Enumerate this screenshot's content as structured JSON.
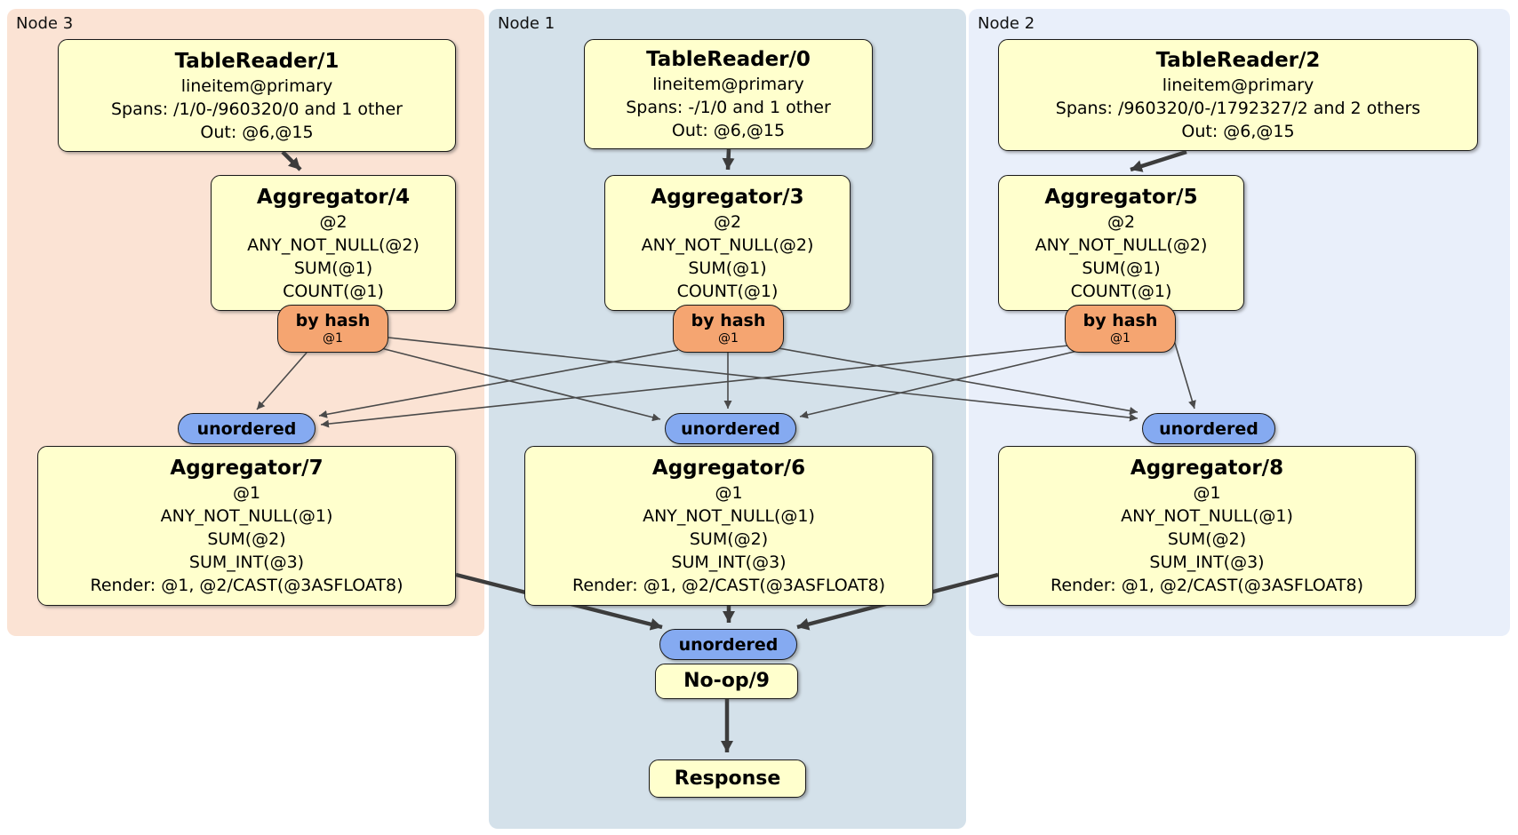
{
  "diagram_type": "distributed SQL physical plan",
  "panels": [
    {
      "id": "node3",
      "label": "Node 3",
      "color": "#fbe3d4"
    },
    {
      "id": "node1",
      "label": "Node 1",
      "color": "#d4e1ea"
    },
    {
      "id": "node2",
      "label": "Node 2",
      "color": "#e9effa"
    }
  ],
  "colors": {
    "processor_box": "#ffffcd",
    "router_box": "#f5a571",
    "sync_oval": "#85aaf1",
    "edge": "#3c3c3c",
    "border": "#1a1a1a"
  },
  "boxes": {
    "tr1": {
      "title": "TableReader/1",
      "lines": [
        "lineitem@primary",
        "Spans: /1/0-/960320/0 and 1 other",
        "Out: @6,@15"
      ]
    },
    "tr0": {
      "title": "TableReader/0",
      "lines": [
        "lineitem@primary",
        "Spans: -/1/0 and 1 other",
        "Out: @6,@15"
      ]
    },
    "tr2": {
      "title": "TableReader/2",
      "lines": [
        "lineitem@primary",
        "Spans: /960320/0-/1792327/2 and 2 others",
        "Out: @6,@15"
      ]
    },
    "agg4": {
      "title": "Aggregator/4",
      "lines": [
        "@2",
        "ANY_NOT_NULL(@2)",
        "SUM(@1)",
        "COUNT(@1)"
      ]
    },
    "agg3": {
      "title": "Aggregator/3",
      "lines": [
        "@2",
        "ANY_NOT_NULL(@2)",
        "SUM(@1)",
        "COUNT(@1)"
      ]
    },
    "agg5": {
      "title": "Aggregator/5",
      "lines": [
        "@2",
        "ANY_NOT_NULL(@2)",
        "SUM(@1)",
        "COUNT(@1)"
      ]
    },
    "agg7": {
      "title": "Aggregator/7",
      "lines": [
        "@1",
        "ANY_NOT_NULL(@1)",
        "SUM(@2)",
        "SUM_INT(@3)",
        "Render: @1, @2/CAST(@3ASFLOAT8)"
      ]
    },
    "agg6": {
      "title": "Aggregator/6",
      "lines": [
        "@1",
        "ANY_NOT_NULL(@1)",
        "SUM(@2)",
        "SUM_INT(@3)",
        "Render: @1, @2/CAST(@3ASFLOAT8)"
      ]
    },
    "agg8": {
      "title": "Aggregator/8",
      "lines": [
        "@1",
        "ANY_NOT_NULL(@1)",
        "SUM(@2)",
        "SUM_INT(@3)",
        "Render: @1, @2/CAST(@3ASFLOAT8)"
      ]
    },
    "noop": {
      "title": "No-op/9"
    },
    "response": {
      "title": "Response"
    }
  },
  "router": {
    "label": "by hash",
    "key": "@1"
  },
  "sync": {
    "label": "unordered"
  },
  "edges": [
    {
      "from": "tr1",
      "to": "agg4"
    },
    {
      "from": "tr0",
      "to": "agg3"
    },
    {
      "from": "tr2",
      "to": "agg5"
    },
    {
      "from": "hash4",
      "to": "un7"
    },
    {
      "from": "hash4",
      "to": "un6"
    },
    {
      "from": "hash4",
      "to": "un8"
    },
    {
      "from": "hash3",
      "to": "un7"
    },
    {
      "from": "hash3",
      "to": "un6"
    },
    {
      "from": "hash3",
      "to": "un8"
    },
    {
      "from": "hash5",
      "to": "un7"
    },
    {
      "from": "hash5",
      "to": "un6"
    },
    {
      "from": "hash5",
      "to": "un8"
    },
    {
      "from": "agg7",
      "to": "un9"
    },
    {
      "from": "agg6",
      "to": "un9"
    },
    {
      "from": "agg8",
      "to": "un9"
    },
    {
      "from": "noop",
      "to": "response"
    }
  ]
}
